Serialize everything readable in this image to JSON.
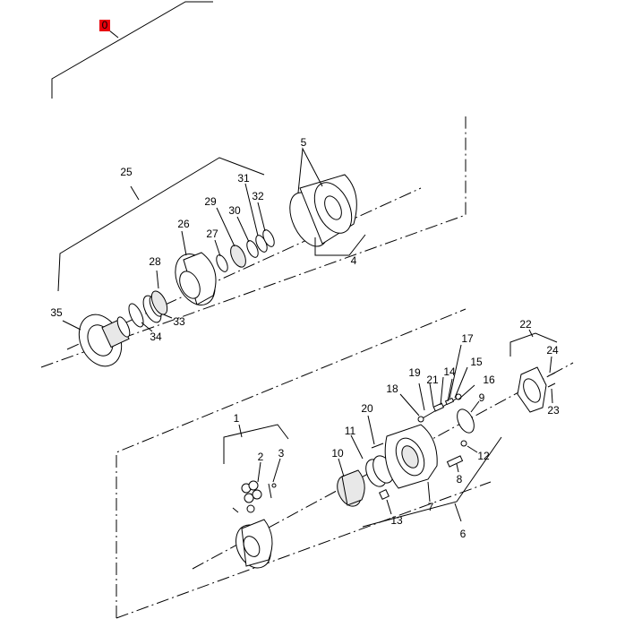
{
  "diagram": {
    "index_marker": "0",
    "marker_color": "#e8000b",
    "callouts": [
      "1",
      "2",
      "3",
      "4",
      "5",
      "6",
      "7",
      "8",
      "9",
      "10",
      "11",
      "12",
      "13",
      "14",
      "15",
      "16",
      "17",
      "18",
      "19",
      "20",
      "21",
      "22",
      "23",
      "24",
      "25",
      "26",
      "27",
      "28",
      "29",
      "30",
      "31",
      "32",
      "33",
      "34",
      "35"
    ]
  }
}
